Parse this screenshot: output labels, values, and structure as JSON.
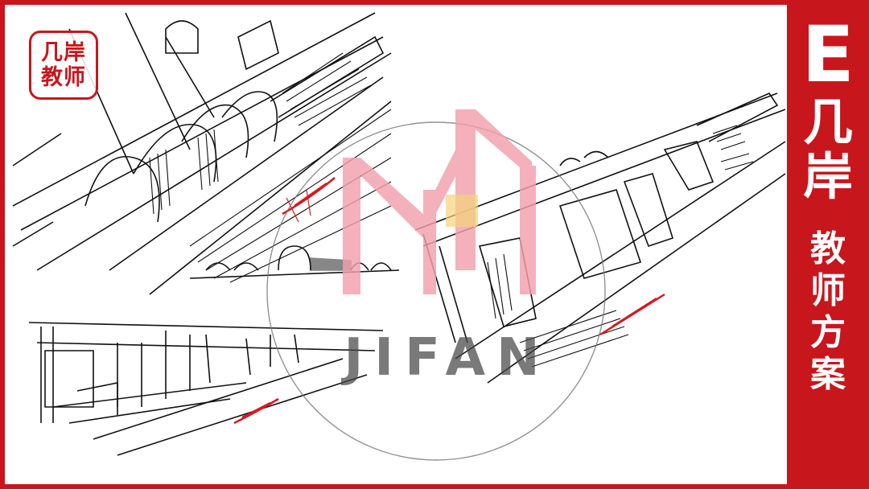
{
  "stamp": {
    "line1": "几岸",
    "line2": "教师"
  },
  "watermark": {
    "text": "JIFAN",
    "logo": "jifan-m-logo",
    "color": "#f2a0ad"
  },
  "sidebar": {
    "big_letter": "E",
    "title": "几岸",
    "subtitle": "教师方案"
  },
  "colors": {
    "frame": "#c8161d",
    "canvas": "#ffffff",
    "ink": "#111111",
    "accent": "#d71920"
  }
}
